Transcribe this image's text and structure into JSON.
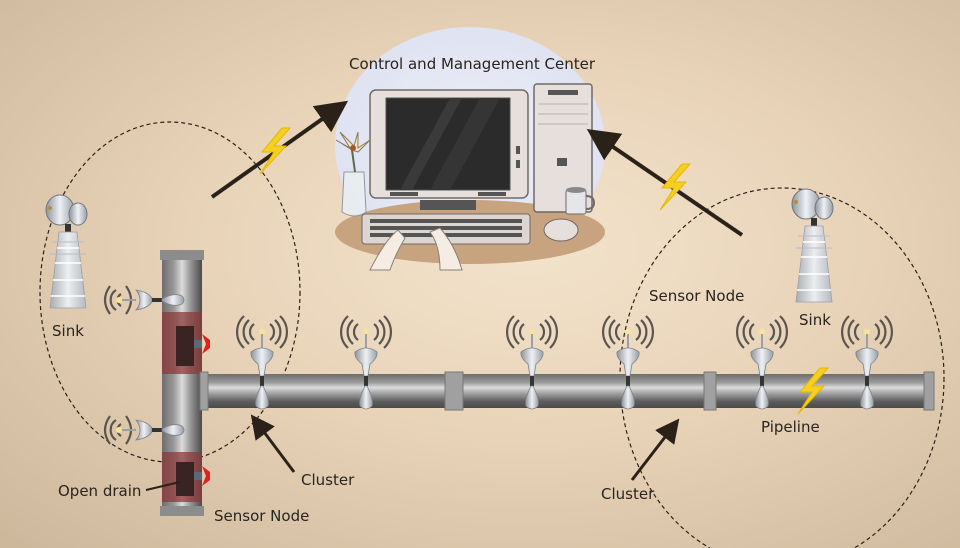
{
  "diagram": {
    "title": "Control and Management Center",
    "labels": {
      "sink_left": "Sink",
      "sink_right": "Sink",
      "sensor_node_bottom": "Sensor Node",
      "sensor_node_right": "Sensor Node",
      "cluster_left": "Cluster",
      "cluster_right": "Cluster",
      "open_drain": "Open drain",
      "pipeline": "Pipeline"
    },
    "components": [
      "control-center-computer",
      "sink-tower-left",
      "sink-tower-right",
      "vertical-pipe",
      "horizontal-pipeline",
      "sensor-nodes",
      "cluster-left",
      "cluster-right",
      "wireless-links"
    ],
    "colors": {
      "background": "#e8d3b8",
      "lightning": "#f5d020",
      "pipe": "#8a8a8a",
      "drain": "#8a3a3a",
      "valve": "#e02020",
      "arrow": "#2a2218"
    }
  }
}
